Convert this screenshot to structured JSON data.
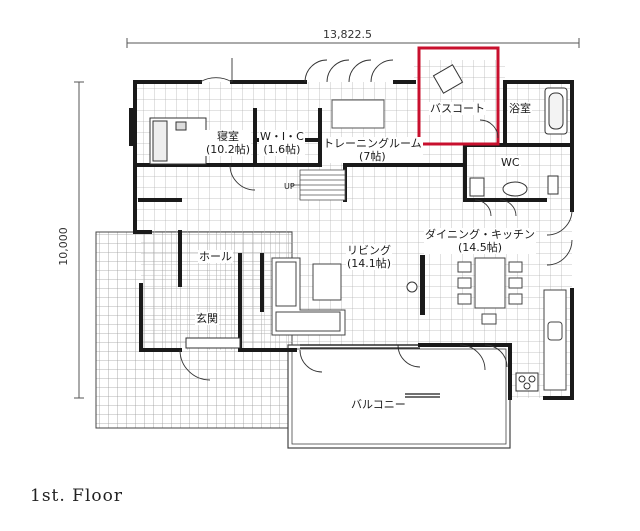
{
  "dimensions": {
    "width": "13,822.5",
    "depth": "10,000"
  },
  "rooms": {
    "bedroom": {
      "name": "寝室",
      "area": "(10.2帖)"
    },
    "wic": {
      "name": "W・I・C",
      "area": "(1.6帖)"
    },
    "training": {
      "name": "トレーニングルーム",
      "area": "(7帖)"
    },
    "bathcourt": {
      "name": "バスコート"
    },
    "bath": {
      "name": "浴室"
    },
    "wc": {
      "name": "WC"
    },
    "dining": {
      "name": "ダイニング・キッチン",
      "area": "(14.5帖)"
    },
    "living": {
      "name": "リビング",
      "area": "(14.1帖)"
    },
    "hall": {
      "name": "ホール"
    },
    "entrance": {
      "name": "玄関"
    },
    "balcony": {
      "name": "バルコニー"
    }
  },
  "stairs_label": "UP",
  "floor_title": "1st. Floor",
  "colors": {
    "highlight": "#c8102e",
    "wall": "#1a1a1a",
    "grid": "#b5b5b5"
  }
}
